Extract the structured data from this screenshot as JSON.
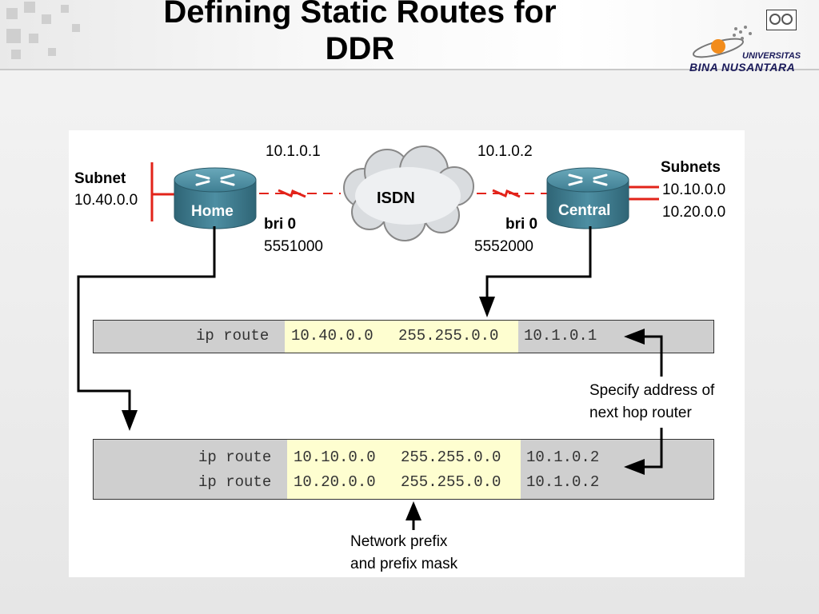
{
  "slide": {
    "title_line1": "Defining Static Routes for",
    "title_line2": "DDR"
  },
  "logo": {
    "line1": "UNIVERSITAS",
    "line2": "BINA NUSANTARA"
  },
  "diagram": {
    "home": {
      "name": "Home",
      "subnet_heading": "Subnet",
      "subnet": "10.40.0.0",
      "ip": "10.1.0.1",
      "interface": "bri 0",
      "number": "5551000"
    },
    "central": {
      "name": "Central",
      "subnet_heading": "Subnets",
      "subnets": [
        "10.10.0.0",
        "10.20.0.0"
      ],
      "ip": "10.1.0.2",
      "interface": "bri 0",
      "number": "5552000"
    },
    "cloud_label": "ISDN",
    "colors": {
      "link": "#e2231a",
      "router": "#3f7f93",
      "arrow": "#000000",
      "highlight": "#fefed0",
      "box": "#cfcfcf"
    }
  },
  "commands": {
    "top": [
      {
        "cmd": "ip route",
        "net": "10.40.0.0",
        "mask": "255.255.0.0",
        "hop": "10.1.0.1"
      }
    ],
    "bottom": [
      {
        "cmd": "ip route",
        "net": "10.10.0.0",
        "mask": "255.255.0.0",
        "hop": "10.1.0.2"
      },
      {
        "cmd": "ip route",
        "net": "10.20.0.0",
        "mask": "255.255.0.0",
        "hop": "10.1.0.2"
      }
    ]
  },
  "annotations": {
    "next_hop_line1": "Specify address of",
    "next_hop_line2": "next hop router",
    "prefix_line1": "Network prefix",
    "prefix_line2": "and prefix mask"
  }
}
